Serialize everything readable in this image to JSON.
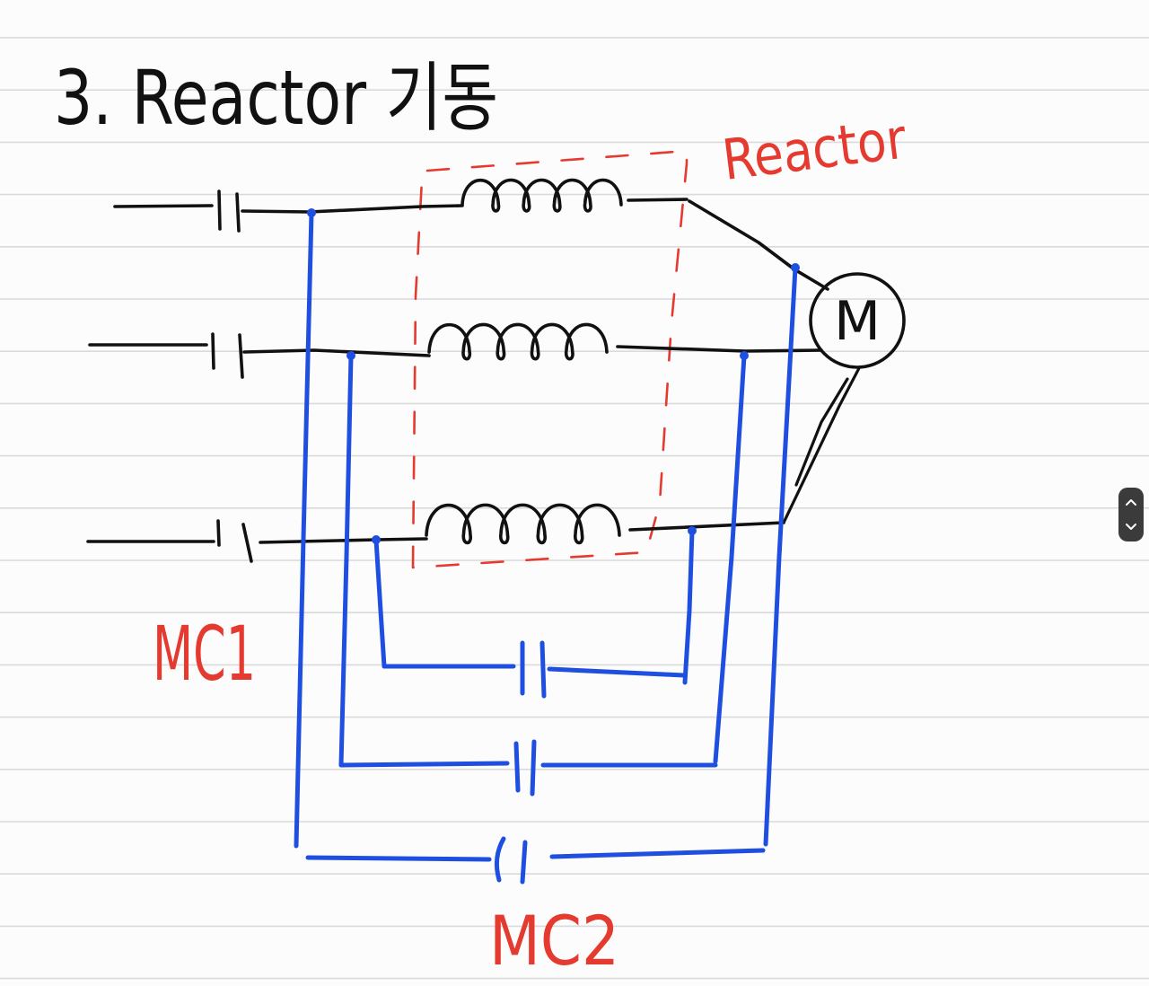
{
  "note": {
    "title": "3. Reactor 기동",
    "reactor_label": "Reactor",
    "mc1_label": "MC1",
    "mc2_label": "MC2",
    "motor_label": "M"
  },
  "colors": {
    "ink": "#111111",
    "blue": "#1f4fe0",
    "red": "#e53a2f",
    "paper": "#fcfcfc",
    "rule": "#dadada"
  },
  "scroll_widget": {
    "up_icon": "chevron-up-icon",
    "down_icon": "chevron-down-icon"
  }
}
